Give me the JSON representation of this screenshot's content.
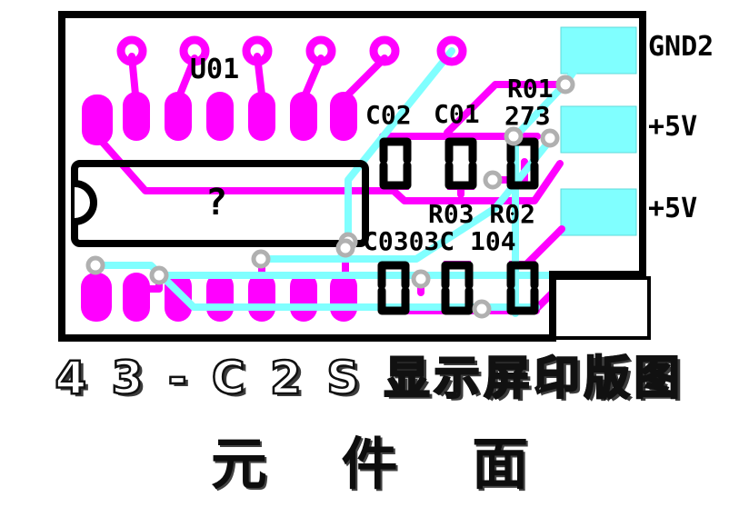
{
  "colors": {
    "top_layer_trace": "#ff00ff",
    "bottom_layer_trace": "#80ffff",
    "edge_pad_fill": "#80ffff",
    "silkscreen": "#000000",
    "via_ring": "#b0b0b0",
    "board_outline": "#000000"
  },
  "pcb": {
    "ic_ref": "U01",
    "ic_value": "?",
    "cap1_ref": "C02",
    "cap2_ref": "C01",
    "res1_ref": "R01",
    "res1_value": "273",
    "res_row2_refs": "R03 R02",
    "cap_row2_refs": "C0303C 104",
    "pad_labels": [
      "GND2",
      "+5V",
      "+5V"
    ]
  },
  "captions": {
    "title": "4 3 - C 2 S 显示屏印版图",
    "subtitle": "元 件 面"
  }
}
